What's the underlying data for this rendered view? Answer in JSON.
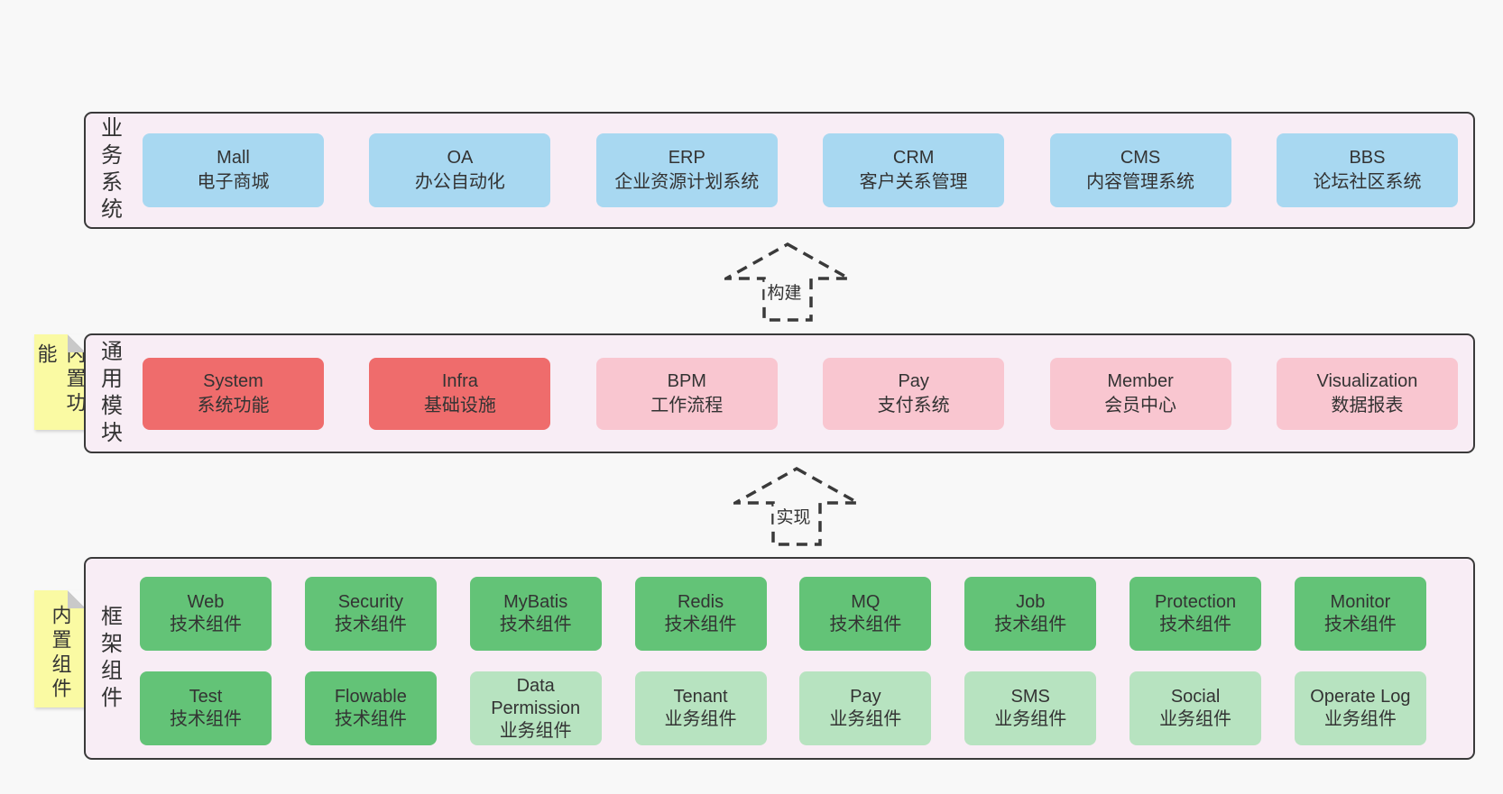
{
  "colors": {
    "page_bg": "#f8f8f8",
    "panel_bg": "#f8edf5",
    "panel_border": "#3a3a3a",
    "blue_box": "#a8d8f1",
    "red_box": "#ef6c6c",
    "pink_box": "#f9c6d0",
    "green_box": "#63c377",
    "light_green_box": "#b7e3c0",
    "sticky_yellow": "#fafaa3",
    "sticky_fold_gray": "#c9c9c9",
    "text": "#333333"
  },
  "arrows": [
    {
      "label": "构建"
    },
    {
      "label": "实现"
    }
  ],
  "layers": [
    {
      "label": "业务系统",
      "boxes": [
        {
          "title": "Mall",
          "subtitle": "电子商城"
        },
        {
          "title": "OA",
          "subtitle": "办公自动化"
        },
        {
          "title": "ERP",
          "subtitle": "企业资源计划系统"
        },
        {
          "title": "CRM",
          "subtitle": "客户关系管理"
        },
        {
          "title": "CMS",
          "subtitle": "内容管理系统"
        },
        {
          "title": "BBS",
          "subtitle": "论坛社区系统"
        }
      ]
    },
    {
      "label": "通用模块",
      "sticky": "内置功能",
      "boxes": [
        {
          "title": "System",
          "subtitle": "系统功能"
        },
        {
          "title": "Infra",
          "subtitle": "基础设施"
        },
        {
          "title": "BPM",
          "subtitle": "工作流程"
        },
        {
          "title": "Pay",
          "subtitle": "支付系统"
        },
        {
          "title": "Member",
          "subtitle": "会员中心"
        },
        {
          "title": "Visualization",
          "subtitle": "数据报表"
        }
      ]
    },
    {
      "label": "框架组件",
      "sticky": "内置组件",
      "rows": [
        [
          {
            "title": "Web",
            "subtitle": "技术组件"
          },
          {
            "title": "Security",
            "subtitle": "技术组件"
          },
          {
            "title": "MyBatis",
            "subtitle": "技术组件"
          },
          {
            "title": "Redis",
            "subtitle": "技术组件"
          },
          {
            "title": "MQ",
            "subtitle": "技术组件"
          },
          {
            "title": "Job",
            "subtitle": "技术组件"
          },
          {
            "title": "Protection",
            "subtitle": "技术组件"
          },
          {
            "title": "Monitor",
            "subtitle": "技术组件"
          }
        ],
        [
          {
            "title": "Test",
            "subtitle": "技术组件"
          },
          {
            "title": "Flowable",
            "subtitle": "技术组件"
          },
          {
            "title": "Data Permission",
            "subtitle": "业务组件"
          },
          {
            "title": "Tenant",
            "subtitle": "业务组件"
          },
          {
            "title": "Pay",
            "subtitle": "业务组件"
          },
          {
            "title": "SMS",
            "subtitle": "业务组件"
          },
          {
            "title": "Social",
            "subtitle": "业务组件"
          },
          {
            "title": "Operate Log",
            "subtitle": "业务组件"
          }
        ]
      ]
    }
  ]
}
